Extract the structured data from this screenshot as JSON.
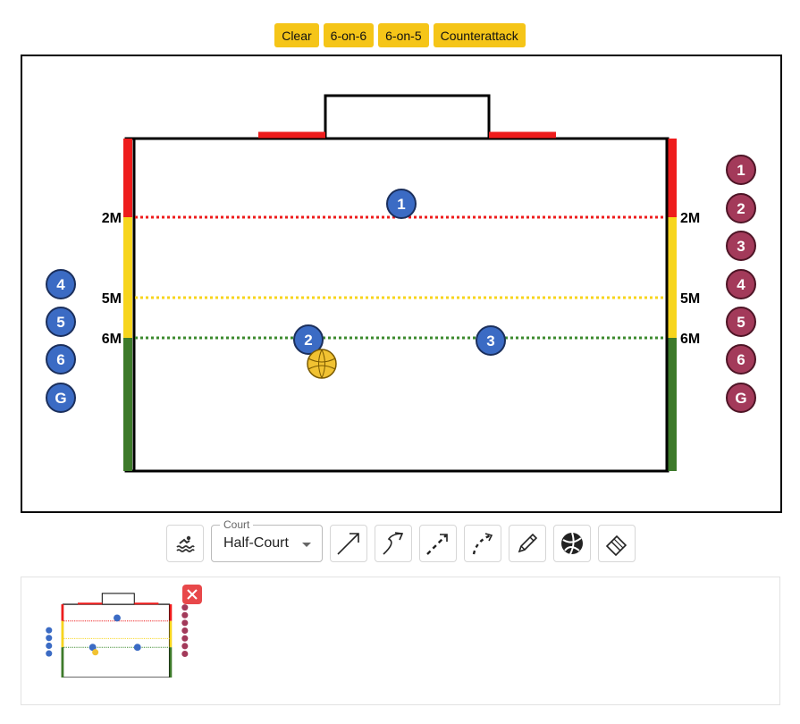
{
  "toolbar_top": {
    "buttons": [
      "Clear",
      "6-on-6",
      "6-on-5",
      "Counterattack"
    ]
  },
  "court": {
    "lines": [
      {
        "label": "2M",
        "color": "#ee1c1c"
      },
      {
        "label": "5M",
        "color": "#f7d51d"
      },
      {
        "label": "6M",
        "color": "#3c8a2e"
      }
    ],
    "colors": {
      "red": "#ee1c1c",
      "yellow": "#f7d51d",
      "green": "#3d7a2a",
      "blue_team": "#3b6bc4",
      "red_team": "#a33a5a",
      "ball": "#f1c232"
    },
    "on_court_players": [
      "1",
      "2",
      "3"
    ],
    "bench_blue": [
      "4",
      "5",
      "6",
      "G"
    ],
    "bench_red": [
      "1",
      "2",
      "3",
      "4",
      "5",
      "6",
      "G"
    ]
  },
  "tools": {
    "court_select": {
      "legend": "Court",
      "value": "Half-Court"
    },
    "icons": [
      "swimmer-icon",
      "straight-arrow-icon",
      "curved-arrow-icon",
      "dashed-arrow-icon",
      "dashed-curved-arrow-icon",
      "pencil-icon",
      "ball-icon",
      "eraser-icon"
    ]
  },
  "gallery": {
    "close_icon": "close-icon"
  }
}
